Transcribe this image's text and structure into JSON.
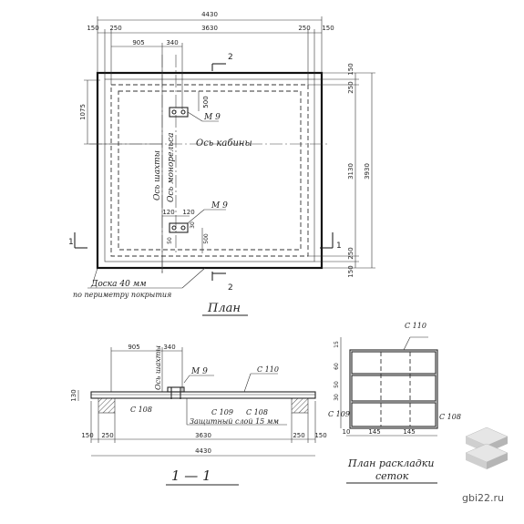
{
  "plan": {
    "overall_width": "4430",
    "top_dims": [
      "150",
      "250",
      "3630",
      "250",
      "150"
    ],
    "sub_dims": [
      "905",
      "340"
    ],
    "right_dims": [
      "150",
      "250",
      "3130",
      "250",
      "150"
    ],
    "overall_height": "3930",
    "left_dim": "1075",
    "section_mark": "2",
    "side_mark": "1",
    "axis_shafts": "Ось шахты",
    "axis_monorail": "Ось монорельса",
    "axis_cabin": "Ось кабины",
    "anchor_label": "М 9",
    "anchor_dim_top": "500",
    "anchor_dims_bottom": [
      "120",
      "120",
      "30",
      "50",
      "500"
    ],
    "board_note_line1": "Доска 40 мм",
    "board_note_line2": "по периметру покрытия",
    "title": "План"
  },
  "section": {
    "dims_top": [
      "905",
      "340"
    ],
    "height_dim": "130",
    "axis_label": "Ось шахты",
    "anchor_label": "М 9",
    "mesh_c110": "С 110",
    "mesh_c108_left": "С 108",
    "mesh_c109": "С 109",
    "mesh_c108_right": "С 108",
    "protective_layer": "Защитный слой 15 мм",
    "bottom_dims": [
      "150",
      "250",
      "3630",
      "250",
      "150"
    ],
    "overall_width": "4430",
    "title": "1 — 1"
  },
  "meshes": {
    "c110": "С 110",
    "c109": "С 109",
    "c108": "С 108",
    "left_dims": [
      "15",
      "60",
      "50",
      "30"
    ],
    "bottom_dims": [
      "10",
      "145",
      "145"
    ],
    "title_line1": "План раскладки",
    "title_line2": "сеток"
  },
  "site": {
    "name": "gbi22.ru"
  }
}
